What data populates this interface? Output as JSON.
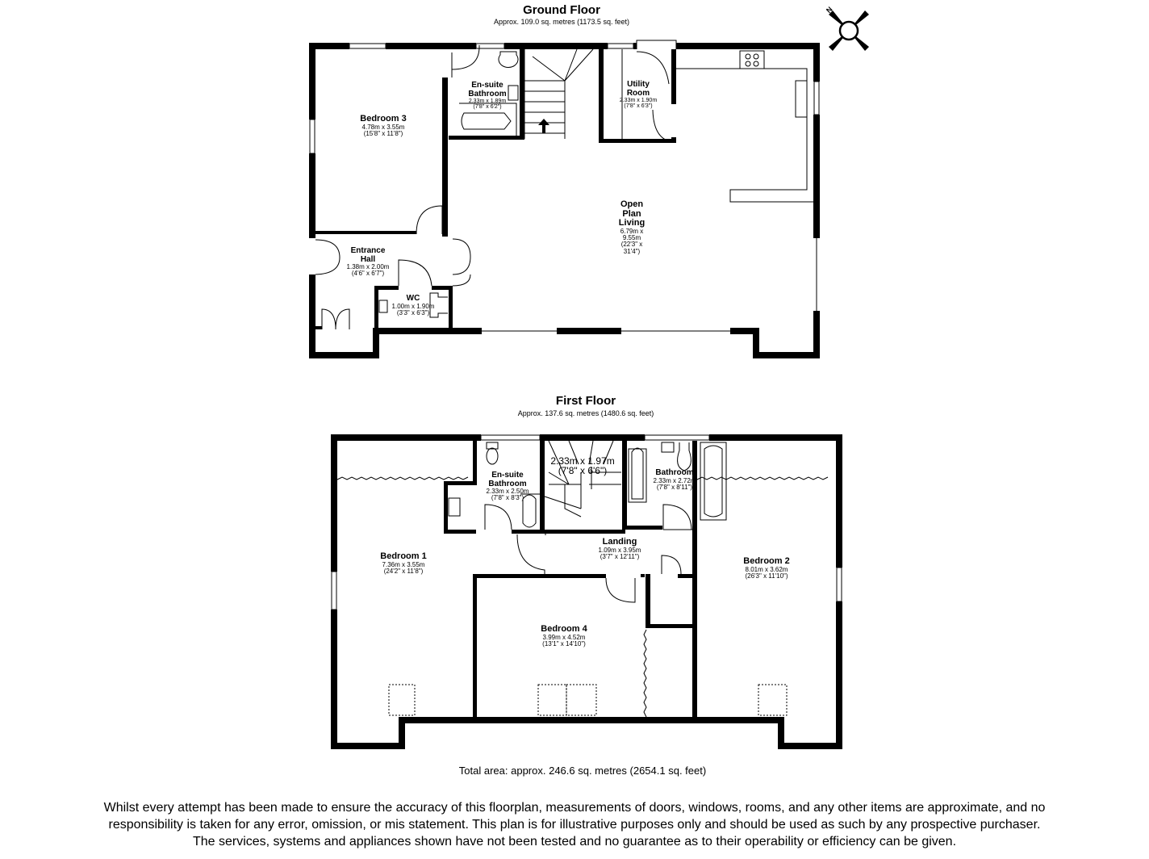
{
  "ground_floor": {
    "title": "Ground Floor",
    "area": "Approx. 109.0 sq. metres (1173.5 sq. feet)",
    "rooms": [
      {
        "name": "Bedroom 3",
        "metric": "4.78m x 3.55m",
        "imperial": "(15'8\" x 11'8\")"
      },
      {
        "name": "En-suite Bathroom",
        "metric": "2.33m x 1.89m",
        "imperial": "(7'8\" x 6'2\")"
      },
      {
        "name": "Utility Room",
        "metric": "2.33m x 1.90m",
        "imperial": "(7'8\" x 6'3\")"
      },
      {
        "name": "Open Plan Living",
        "metric": "6.79m x 9.55m",
        "imperial": "(22'3\" x 31'4\")"
      },
      {
        "name": "Entrance Hall",
        "metric": "1.38m x 2.00m",
        "imperial": "(4'6\" x 6'7\")"
      },
      {
        "name": "WC",
        "metric": "1.00m x 1.90m",
        "imperial": "(3'3\" x 6'3\")"
      }
    ]
  },
  "first_floor": {
    "title": "First Floor",
    "area": "Approx. 137.6 sq. metres (1480.6 sq. feet)",
    "stair_metric": "2.33m x 1.97m",
    "stair_imperial": "(7'8\" x 6'6\")",
    "rooms": [
      {
        "name": "En-suite Bathroom",
        "metric": "2.33m x 2.50m",
        "imperial": "(7'8\" x 8'3\")"
      },
      {
        "name": "Bathroom",
        "metric": "2.33m x 2.72m",
        "imperial": "(7'8\" x 8'11\")"
      },
      {
        "name": "Landing",
        "metric": "1.09m x 3.95m",
        "imperial": "(3'7\" x 12'11\")"
      },
      {
        "name": "Bedroom 1",
        "metric": "7.36m x 3.55m",
        "imperial": "(24'2\" x 11'8\")"
      },
      {
        "name": "Bedroom 2",
        "metric": "8.01m x 3.62m",
        "imperial": "(26'3\" x 11'10\")"
      },
      {
        "name": "Bedroom 4",
        "metric": "3.99m x 4.52m",
        "imperial": "(13'1\" x 14'10\")"
      }
    ]
  },
  "compass": {
    "label": "N",
    "icon": "compass-icon"
  },
  "total_area": "Total area: approx. 246.6 sq. metres (2654.1 sq. feet)",
  "disclaimer": [
    "Whilst every attempt has been made to ensure the accuracy of this floorplan, measurements of doors, windows, rooms, and any other items are approximate, and no",
    "responsibility is taken for any error, omission, or mis statement. This plan is for illustrative purposes only and should be used as such by any prospective purchaser.",
    "The services, systems and appliances shown have not been tested and no guarantee as to their operability or efficiency can be given."
  ],
  "colors": {
    "wall": "#000000",
    "background": "#ffffff"
  }
}
